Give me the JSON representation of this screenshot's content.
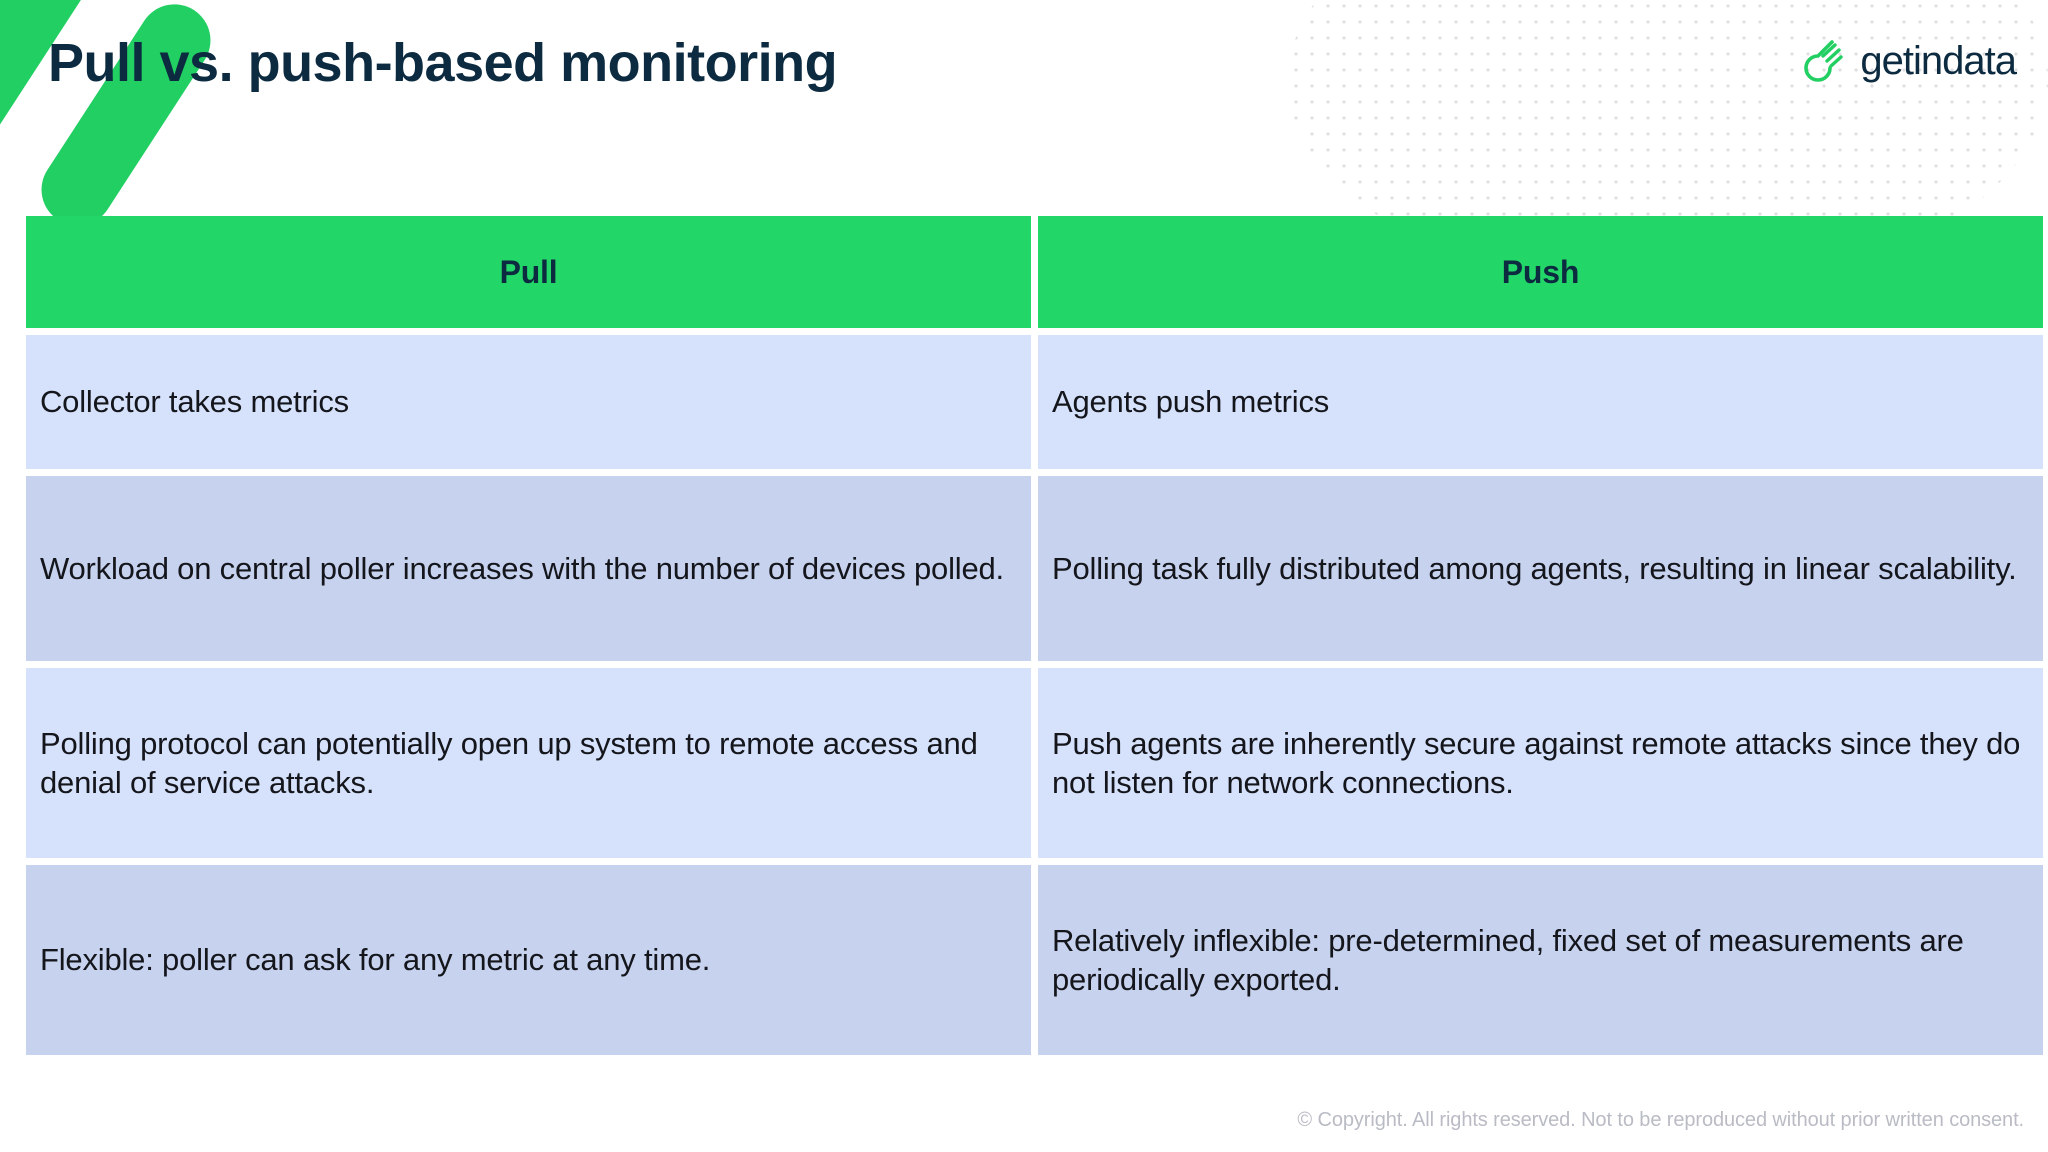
{
  "header": {
    "title": "Pull vs. push-based monitoring",
    "brand_name": "getindata",
    "brand_icon": "getindata-swoosh-icon"
  },
  "decorations": {
    "stripes_icon": "green-diagonal-stripes",
    "dots_icon": "halftone-dot-pattern",
    "green": "#22cf62",
    "navy": "#0c2b40"
  },
  "table": {
    "columns": [
      "Pull",
      "Push"
    ],
    "rows": [
      {
        "pull": "Collector takes metrics",
        "push": "Agents push metrics"
      },
      {
        "pull": "Workload on central poller increases with the number of devices polled.",
        "push": "Polling task fully distributed among agents, resulting in linear scalability."
      },
      {
        "pull": "Polling protocol can potentially open up system to remote access and denial of service attacks.",
        "push": "Push agents are inherently secure against remote attacks since they do not listen for network connections."
      },
      {
        "pull": "Flexible: poller can ask for any metric at any time.",
        "push": "Relatively inflexible: pre-determined, fixed set of measurements are periodically exported."
      }
    ],
    "header_bg": "#22d767",
    "row_bg_light": "#d6e2fb",
    "row_bg_dark": "#c6d2ee"
  },
  "footer": {
    "copyright": "© Copyright. All rights reserved. Not to be reproduced without prior written consent."
  }
}
